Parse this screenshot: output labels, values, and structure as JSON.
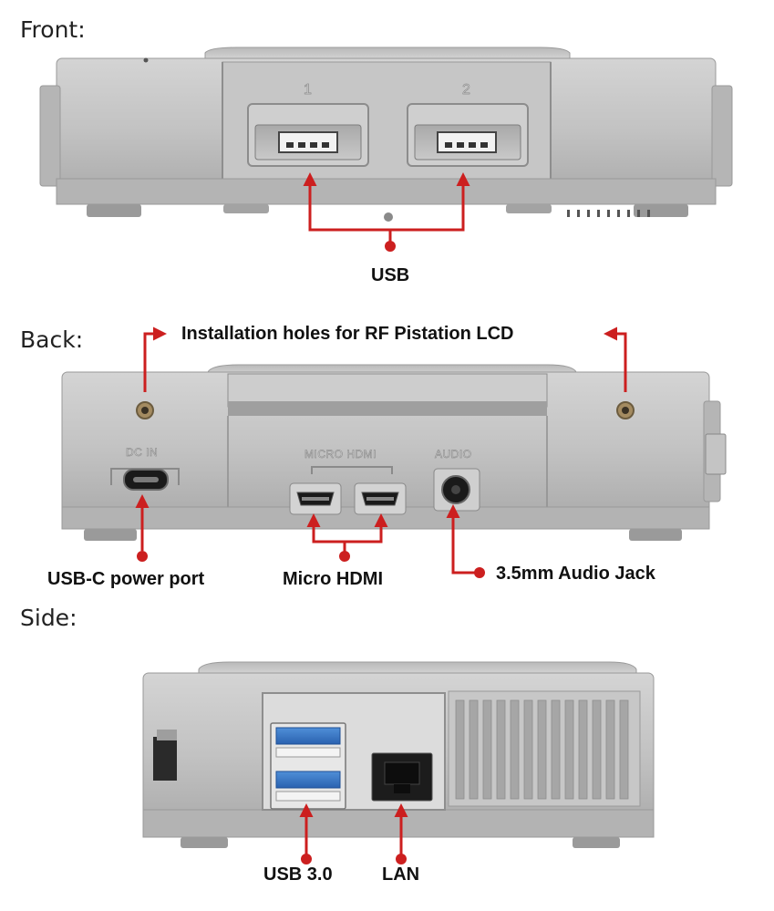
{
  "sections": {
    "front_title": "Front:",
    "back_title": "Back:",
    "side_title": "Side:"
  },
  "engraving": {
    "front_port_1": "1",
    "front_port_2": "2",
    "dc_in": "DC IN",
    "micro_hdmi": "MICRO HDMI",
    "audio": "AUDIO"
  },
  "callouts": {
    "usb": "USB",
    "installation_holes": "Installation holes for RF Pistation LCD",
    "usb_c_power": "USB-C power port",
    "micro_hdmi": "Micro HDMI",
    "audio_jack": "3.5mm Audio Jack",
    "usb3": "USB 3.0",
    "lan": "LAN"
  },
  "colors": {
    "annotation_red": "#cc1f1f",
    "console_gray": "#bdbdbd"
  }
}
